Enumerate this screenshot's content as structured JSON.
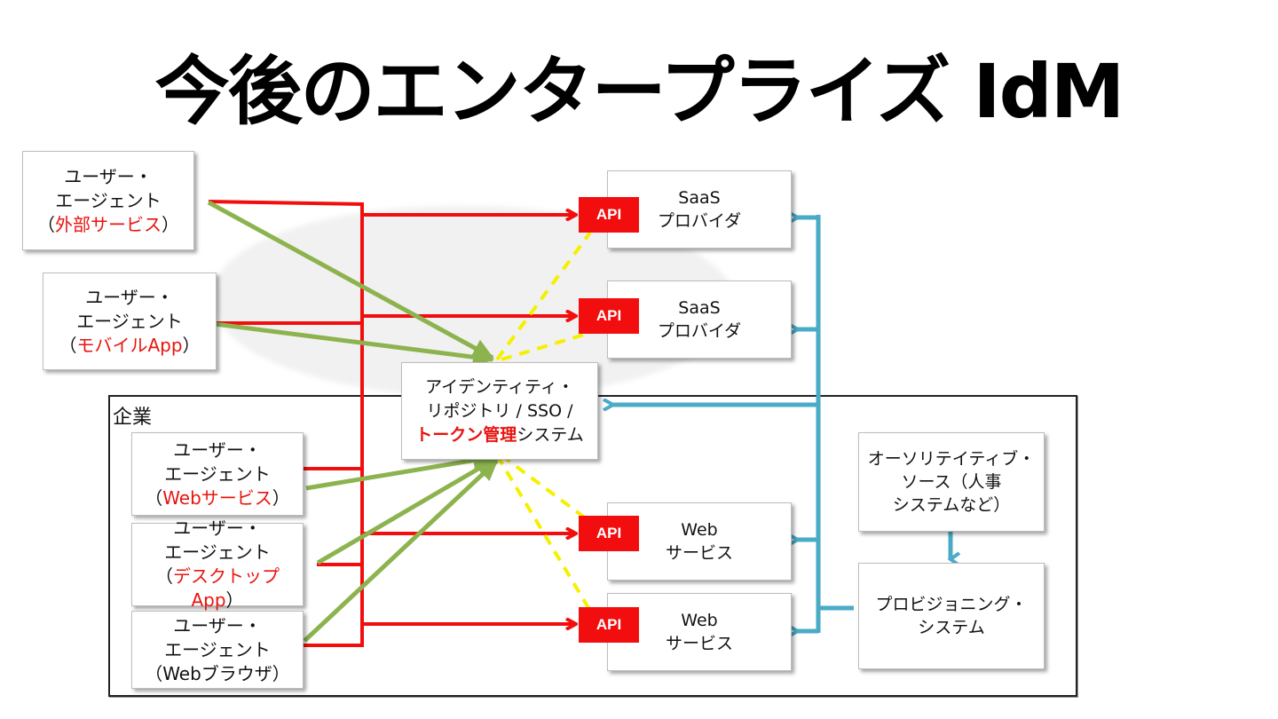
{
  "title": "今後のエンタープライズ IdM",
  "enterprise_label": "企業",
  "agents": [
    {
      "line1": "ユーザー・",
      "line2": "エージェント",
      "open": "（",
      "kind": "外部サービス",
      "close": "）",
      "kind_red": true
    },
    {
      "line1": "ユーザー・",
      "line2": "エージェント",
      "open": "（",
      "kind": "モバイルApp",
      "close": "）",
      "kind_red": true
    },
    {
      "line1": "ユーザー・",
      "line2": "エージェント",
      "open": "（",
      "kind": "Webサービス",
      "close": "）",
      "kind_red": true
    },
    {
      "line1": "ユーザー・",
      "line2": "エージェント",
      "open": "（",
      "kind": "デスクトップApp",
      "close": "）",
      "kind_red": true
    },
    {
      "line1": "ユーザー・",
      "line2": "エージェント",
      "open": "（",
      "kind": "Webブラウザ",
      "close": "）",
      "kind_red": false
    }
  ],
  "identity_system": {
    "line1": "アイデンティティ・",
    "line2": "リポジトリ / SSO /",
    "line3_red": "トークン管理",
    "line3_rest": "システム"
  },
  "services": [
    {
      "api": "API",
      "line1": "SaaS",
      "line2": "プロバイダ"
    },
    {
      "api": "API",
      "line1": "SaaS",
      "line2": "プロバイダ"
    },
    {
      "api": "API",
      "line1": "Web",
      "line2": "サービス"
    },
    {
      "api": "API",
      "line1": "Web",
      "line2": "サービス"
    }
  ],
  "authoritative_source": {
    "line1": "オーソリテイティブ・",
    "line2": "ソース（人事",
    "line3": "システムなど）"
  },
  "provisioning": {
    "line1": "プロビジョニング・",
    "line2": "システム"
  },
  "colors": {
    "red_flow": "#f20e0e",
    "green_flow": "#8cb34e",
    "yellow_dashed": "#f5f000",
    "blue_provisioning": "#4aabc6"
  }
}
